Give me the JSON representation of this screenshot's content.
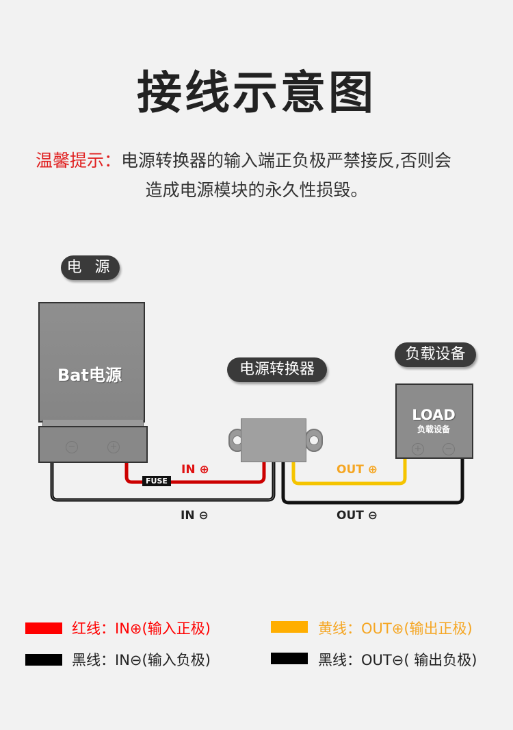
{
  "title": "接线示意图",
  "tip": {
    "prefix": "温馨提示：",
    "line1": "电源转换器的输入端正负极严禁接反,否则会",
    "line2": "造成电源模块的永久性损毁。"
  },
  "colors": {
    "red_wire": "#ff0000",
    "yellow_wire": "#ffae00",
    "black_wire": "#000000",
    "tip_red": "#e02020"
  },
  "diagram": {
    "battery": {
      "tag": "电 源",
      "label": "Bat电源",
      "terminal_neg": "−",
      "terminal_pos": "+"
    },
    "converter": {
      "tag": "电源转换器"
    },
    "load": {
      "tag": "负载设备",
      "label": "LOAD",
      "sublabel": "负载设备",
      "terminal_pos": "+",
      "terminal_neg": "−"
    },
    "wires": {
      "in_pos": "IN ⊕",
      "in_neg": "IN ⊖",
      "out_pos": "OUT ⊕",
      "out_neg": "OUT ⊖",
      "fuse": "FUSE"
    }
  },
  "legend": [
    {
      "color": "#ff0000",
      "text": "红线：IN⊕(输入正极)",
      "text_color": "#ff0000"
    },
    {
      "color": "#000000",
      "text": "黑线：IN⊖(输入负极)",
      "text_color": "#222222"
    },
    {
      "color": "#ffae00",
      "text": "黄线：OUT⊕(输出正极)",
      "text_color": "#f5a623"
    },
    {
      "color": "#000000",
      "text": "黑线：OUT⊖( 输出负极)",
      "text_color": "#222222"
    }
  ]
}
